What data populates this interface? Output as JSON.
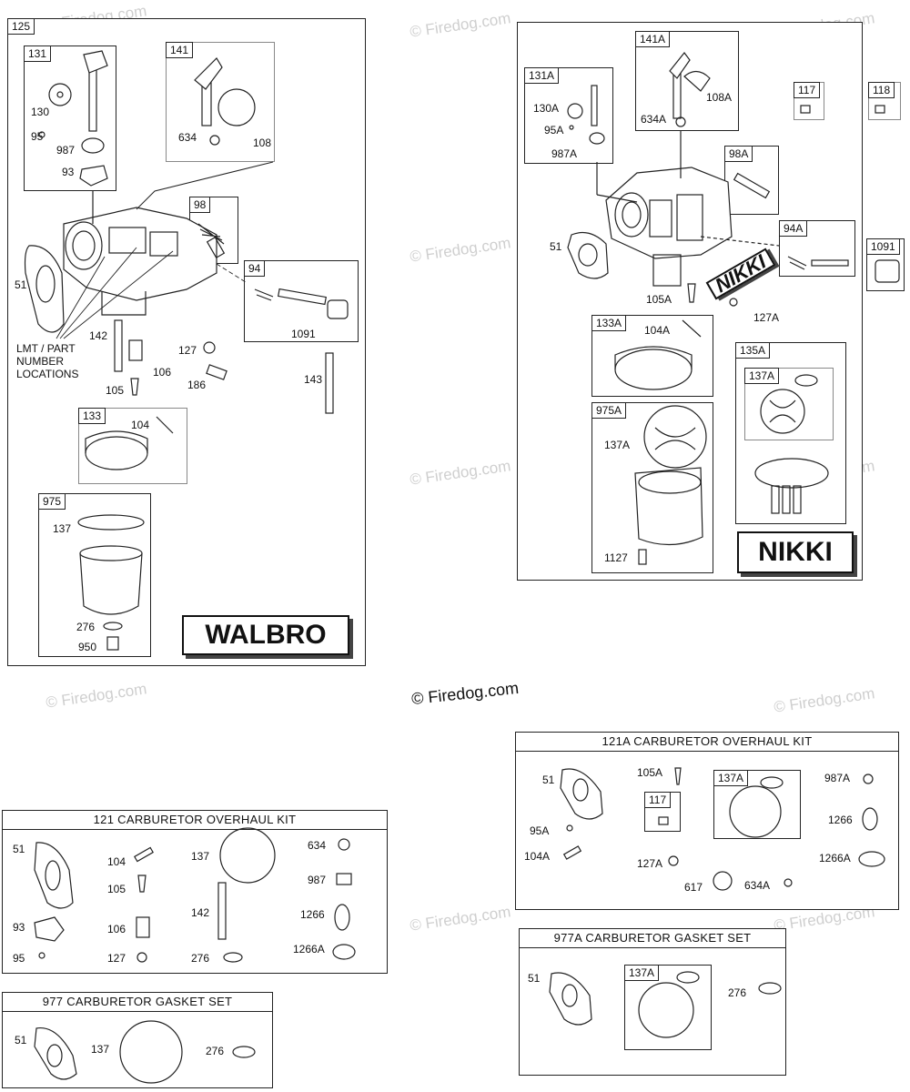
{
  "watermark": "© Firedog.com",
  "center_copyright": "© Firedog.com",
  "walbro": {
    "box_tag": "125",
    "brand": "WALBRO",
    "sub_tags": {
      "t131": "131",
      "t141": "141",
      "t98": "98",
      "t94": "94",
      "t133": "133",
      "t975": "975"
    },
    "labels": {
      "l130": "130",
      "l95": "95",
      "l987": "987",
      "l93": "93",
      "l634": "634",
      "l108": "108",
      "l51": "51",
      "l1091": "1091",
      "l142": "142",
      "l127": "127",
      "l106": "106",
      "l105": "105",
      "l186": "186",
      "l143": "143",
      "l104": "104",
      "l137": "137",
      "l276": "276",
      "l950": "950",
      "lmt1": "LMT / PART",
      "lmt2": "NUMBER",
      "lmt3": "LOCATIONS"
    }
  },
  "nikki": {
    "brand": "NIKKI",
    "diagonal_label": "NIKKI",
    "sub_tags": {
      "t131A": "131A",
      "t141A": "141A",
      "t117": "117",
      "t118": "118",
      "t98A": "98A",
      "t94A": "94A",
      "t1091": "1091",
      "t133A": "133A",
      "t135A": "135A",
      "t137A": "137A",
      "t975A": "975A"
    },
    "labels": {
      "l130A": "130A",
      "l95A": "95A",
      "l987A": "987A",
      "l108A": "108A",
      "l634A": "634A",
      "l51": "51",
      "l105A": "105A",
      "l127A": "127A",
      "l104A": "104A",
      "l137A": "137A",
      "l1127": "1127"
    }
  },
  "kit121": {
    "title": "121  CARBURETOR OVERHAUL KIT",
    "labels": {
      "l51": "51",
      "l104": "104",
      "l105": "105",
      "l106": "106",
      "l93": "93",
      "l95": "95",
      "l127": "127",
      "l137": "137",
      "l142": "142",
      "l276": "276",
      "l634": "634",
      "l987": "987",
      "l1266": "1266",
      "l1266A": "1266A"
    }
  },
  "kit977": {
    "title": "977 CARBURETOR GASKET SET",
    "labels": {
      "l51": "51",
      "l137": "137",
      "l276": "276"
    }
  },
  "kit121A": {
    "title": "121A CARBURETOR OVERHAUL KIT",
    "sub_tags": {
      "t137A": "137A",
      "t117": "117"
    },
    "labels": {
      "l51": "51",
      "l105A": "105A",
      "l95A": "95A",
      "l104A": "104A",
      "l127A": "127A",
      "l617": "617",
      "l634A": "634A",
      "l987A": "987A",
      "l1266": "1266",
      "l1266A": "1266A"
    }
  },
  "kit977A": {
    "title": "977A CARBURETOR GASKET SET",
    "sub_tags": {
      "t137A": "137A"
    },
    "labels": {
      "l51": "51",
      "l276": "276"
    }
  }
}
